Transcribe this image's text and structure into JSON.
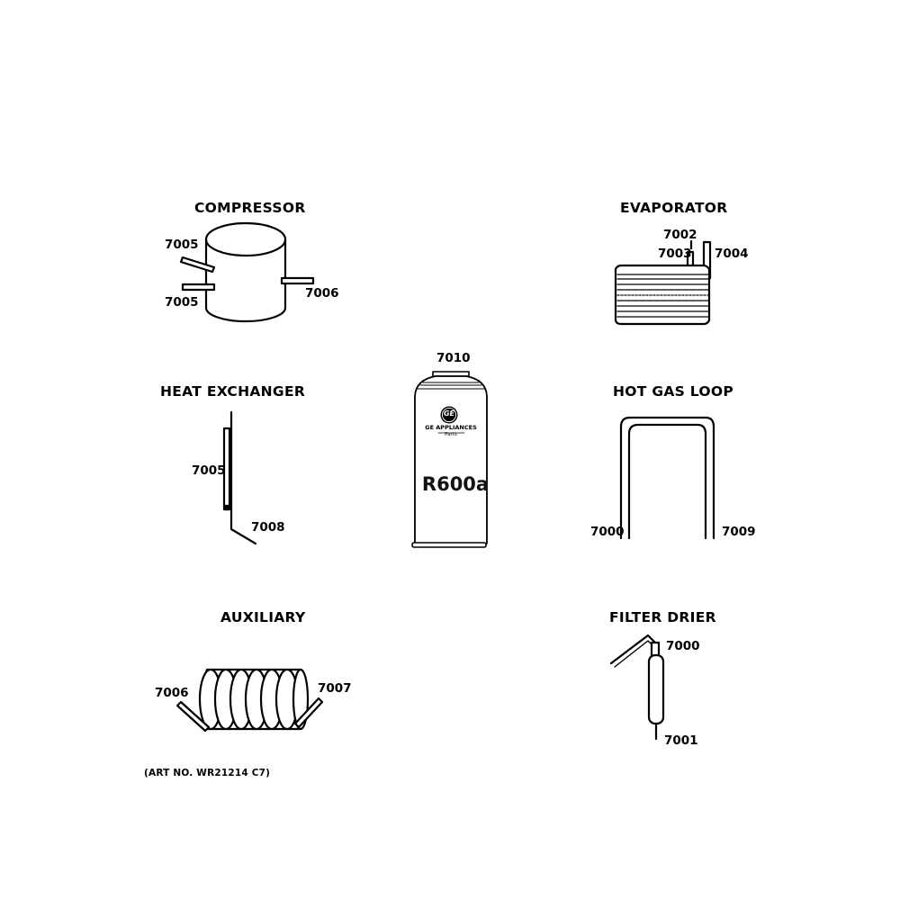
{
  "sections": {
    "compressor": {
      "title": "COMPRESSOR",
      "callouts": [
        "7005",
        "7005",
        "7006"
      ]
    },
    "evaporator": {
      "title": "EVAPORATOR",
      "callouts": [
        "7002",
        "7003",
        "7004"
      ]
    },
    "heat_exchanger": {
      "title": "HEAT EXCHANGER",
      "callouts": [
        "7005",
        "7008"
      ]
    },
    "refrigerant": {
      "callout": "7010",
      "brand": "GE APPLIANCES",
      "brand_sub": "Parts",
      "logo": "GE",
      "gas": "R600a"
    },
    "hot_gas_loop": {
      "title": "HOT GAS LOOP",
      "callouts": [
        "7000",
        "7009"
      ]
    },
    "auxiliary": {
      "title": "AUXILIARY",
      "callouts": [
        "7006",
        "7007"
      ]
    },
    "filter_drier": {
      "title": "FILTER DRIER",
      "callouts": [
        "7000",
        "7001"
      ]
    }
  },
  "art_number": "(ART NO. WR21214 C7)"
}
